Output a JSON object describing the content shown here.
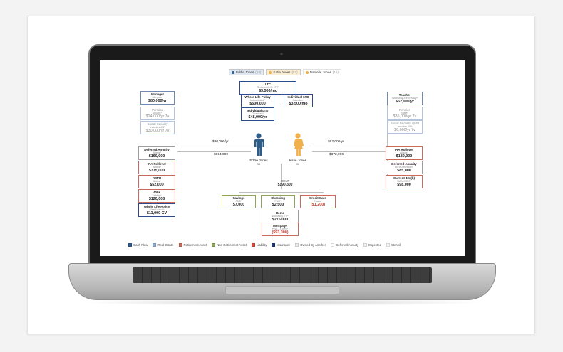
{
  "colors": {
    "cash_flow": "#2f5d9a",
    "real_estate": "#8fb0d6",
    "retirement_asset": "#c96a5a",
    "non_retirement_asset": "#8fa658",
    "liability": "#d64c3c",
    "insurance": "#1f3a7a",
    "owned_by_another": "#eeeeee",
    "deferred_annuity": "#ffffff",
    "expected": "#f4f4f4",
    "stencil": "#fafafa",
    "male": "#2f5d8a",
    "female": "#f2b04a"
  },
  "tabs": [
    {
      "name": "Eddie Jones",
      "age": "(54)"
    },
    {
      "name": "Katie Jones",
      "age": "(52)"
    },
    {
      "name": "Danielle Jones",
      "age": "(15)"
    }
  ],
  "insurance": {
    "ltc": {
      "title": "LTC",
      "sub": "Genworth/Life LTC*",
      "value": "$3,500/mo"
    },
    "whole_life": {
      "title": "Whole Life Policy",
      "sub": "MassMutual*",
      "value": "$500,000"
    },
    "individual_ltd_katie": {
      "title": "Individual LTD",
      "sub": "Guardian*",
      "value": "$3,500/mo"
    },
    "individual_ltd_eddie": {
      "title": "Individual LTD",
      "sub": "Guardian*",
      "value": "$48,000/yr"
    }
  },
  "eddie": {
    "name": "Eddie Jones",
    "age": "54",
    "income_total": "$80,000/yr",
    "assets_total": "$664,000",
    "income": [
      {
        "title": "Manager",
        "sub": "Lifespan*",
        "value": "$80,000/yr"
      },
      {
        "title": "Pension",
        "sub": "Allianz*",
        "value": "$24,000/yr 7v"
      },
      {
        "title": "Social Security",
        "sub": "Includes 4/3*",
        "value": "$30,000/yr 7v"
      }
    ],
    "assets": [
      {
        "title": "Deferred Annuity",
        "sub": "Allianz*",
        "value": "$160,000"
      },
      {
        "title": "IRA Rollover",
        "sub": "Allianz*",
        "value": "$375,000"
      },
      {
        "title": "ROTH",
        "sub": "Allianz*",
        "value": "$52,000"
      },
      {
        "title": "401k",
        "sub": "Fidelity*",
        "value": "$120,000"
      },
      {
        "title": "Whole Life Policy",
        "sub": "MassMutual*",
        "value": "$11,000 CV"
      }
    ]
  },
  "katie": {
    "name": "Katie Jones",
    "age": "52",
    "income_total": "$62,000/yr",
    "assets_total": "$372,000",
    "income": [
      {
        "title": "Teacher",
        "sub": "Woodway Elementary*",
        "value": "$62,000/yr"
      },
      {
        "title": "Pension",
        "sub": "State*",
        "value": "$35,000/yr 7v"
      },
      {
        "title": "Social Security @ 62",
        "sub": "Includes 4/3*",
        "value": "$6,000/yr 7v"
      }
    ],
    "assets": [
      {
        "title": "IRA Rollover",
        "sub": "Allianz*",
        "value": "$180,000"
      },
      {
        "title": "Deferred Annuity",
        "sub": "North American*",
        "value": "$85,000"
      },
      {
        "title": "Current 403(b)",
        "sub": "TIAA-CREF*",
        "value": "$98,000"
      }
    ]
  },
  "joint": {
    "label": "JOINT",
    "value": "$190,300",
    "accounts": [
      {
        "title": "Savings",
        "sub": "PNC*",
        "value": "$7,000"
      },
      {
        "title": "Checking",
        "sub": "PNC*",
        "value": "$2,500"
      },
      {
        "title": "Credit Card",
        "sub": "Chase*",
        "value": "($1,200)"
      }
    ],
    "home": {
      "title": "Home",
      "sub": "Woodway, TX*",
      "value": "$275,000"
    },
    "mortgage": {
      "title": "Mortgage",
      "sub": "PNC - 4.49%*",
      "value": "($93,000)"
    }
  },
  "legend": [
    {
      "label": "Cash Flow",
      "color": "#2f5d9a"
    },
    {
      "label": "Real Estate",
      "color": "#8fb0d6"
    },
    {
      "label": "Retirement Asset",
      "color": "#c96a5a"
    },
    {
      "label": "Non Retirement Asset",
      "color": "#8fa658"
    },
    {
      "label": "Liability",
      "color": "#d64c3c"
    },
    {
      "label": "Insurance",
      "color": "#1f3a7a"
    },
    {
      "label": "Owned By Another",
      "color": "#eeeeee"
    },
    {
      "label": "Deferred Annuity",
      "color": "#ffffff"
    },
    {
      "label": "Expected",
      "color": "#f4f4f4"
    },
    {
      "label": "Stencil",
      "color": "#fafafa"
    }
  ]
}
